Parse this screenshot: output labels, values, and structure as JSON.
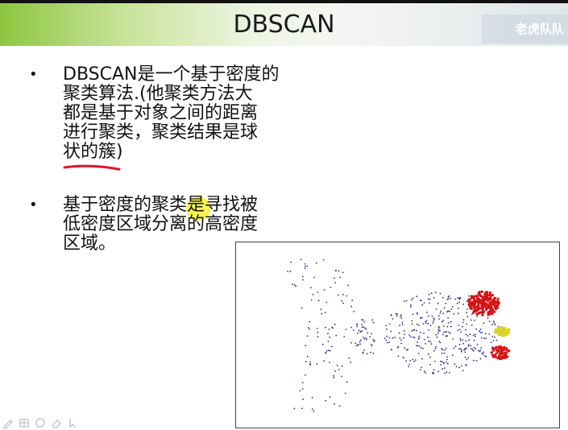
{
  "slide": {
    "title": "DBSCAN",
    "watermark": "老虎队队",
    "bullets": [
      {
        "lines": [
          "DBSCAN是一个基于密度的",
          "聚类算法.(他聚类方法大",
          "都是基于对象之间的距离",
          "进行聚类，聚类结果是球",
          "状的簇)"
        ]
      },
      {
        "lines": [
          "基于密度的聚类是寻找被",
          "低密度区域分离的高密度",
          "区域。"
        ]
      }
    ],
    "bullet_symbol": "•"
  },
  "annotations": {
    "underline_color": "#e0142a",
    "highlight_color": "#f5f014"
  },
  "figure": {
    "description_colors": {
      "noise": "#2a2a8a",
      "cluster_red": "#d41414",
      "cluster_yellow": "#d8d22a"
    }
  },
  "toolbar": {
    "icons": [
      "pen-icon",
      "grid-icon",
      "comment-icon",
      "eraser-icon",
      "pointer-icon"
    ]
  }
}
